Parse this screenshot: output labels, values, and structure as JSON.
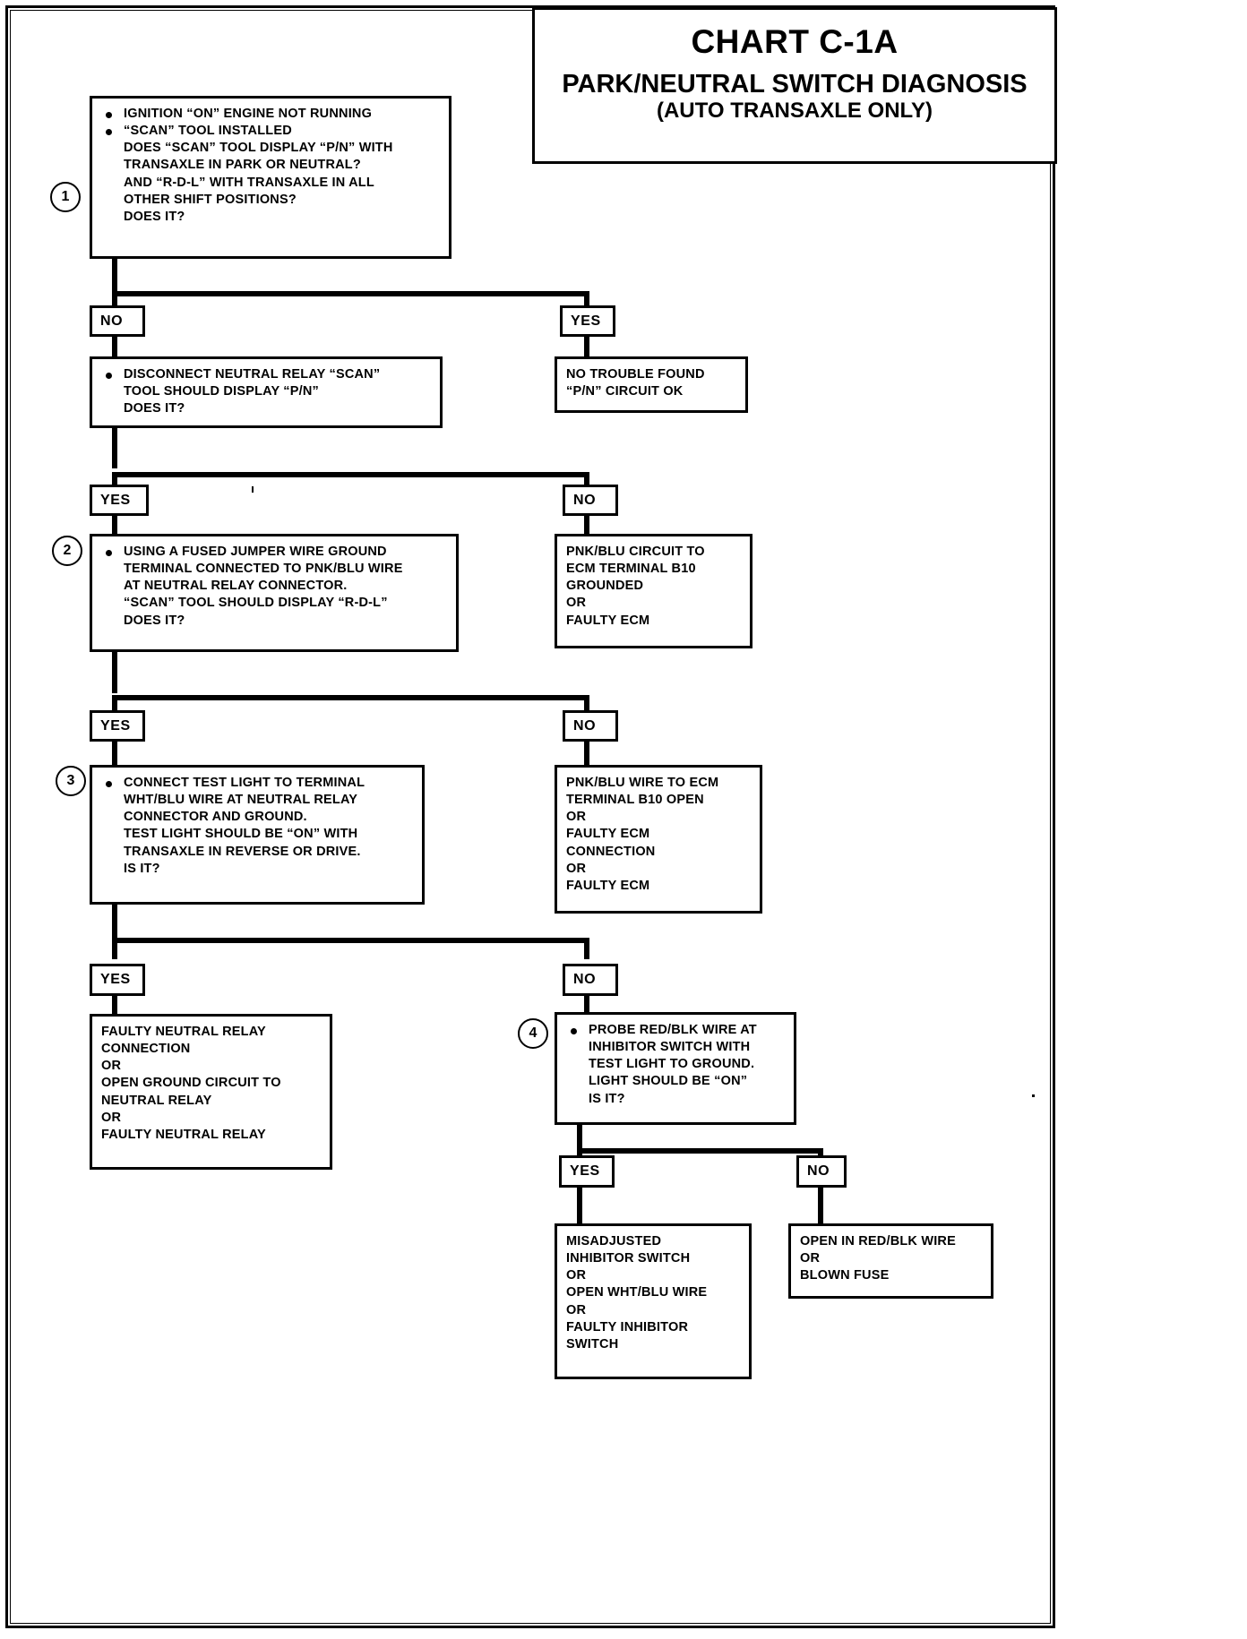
{
  "title": {
    "chart_id": "CHART C-1A",
    "name": "PARK/NEUTRAL SWITCH DIAGNOSIS",
    "qualifier": "(AUTO TRANSAXLE ONLY)"
  },
  "labels": {
    "yes": "YES",
    "no": "NO"
  },
  "steps": {
    "one": "1",
    "two": "2",
    "three": "3",
    "four": "4"
  },
  "step1": {
    "l1": "IGNITION “ON” ENGINE NOT RUNNING",
    "l2": "“SCAN” TOOL INSTALLED",
    "l3": "DOES “SCAN” TOOL DISPLAY “P/N” WITH",
    "l4": "TRANSAXLE IN PARK OR NEUTRAL?",
    "l5": "AND “R-D-L” WITH TRANSAXLE IN ALL",
    "l6": "OTHER SHIFT POSITIONS?",
    "l7": "DOES IT?"
  },
  "step1_yes_result": {
    "l1": "NO TROUBLE FOUND",
    "l2": "“P/N” CIRCUIT OK"
  },
  "step1_no_box": {
    "l1": "DISCONNECT NEUTRAL RELAY “SCAN”",
    "l2": "TOOL SHOULD DISPLAY “P/N”",
    "l3": "DOES IT?"
  },
  "step2": {
    "l1": "USING A FUSED JUMPER WIRE GROUND",
    "l2": "TERMINAL CONNECTED TO PNK/BLU WIRE",
    "l3": "AT NEUTRAL RELAY CONNECTOR.",
    "l4": "“SCAN” TOOL SHOULD DISPLAY “R-D-L”",
    "l5": "DOES IT?"
  },
  "step2_no_result": {
    "l1": "PNK/BLU CIRCUIT TO",
    "l2": "ECM TERMINAL B10",
    "l3": "GROUNDED",
    "l4": "OR",
    "l5": "FAULTY ECM"
  },
  "step3": {
    "l1": "CONNECT TEST LIGHT TO TERMINAL",
    "l2": "WHT/BLU WIRE AT NEUTRAL RELAY",
    "l3": "CONNECTOR AND GROUND.",
    "l4": "TEST LIGHT SHOULD BE “ON” WITH",
    "l5": "TRANSAXLE IN REVERSE OR DRIVE.",
    "l6": "IS IT?"
  },
  "step3_no_result": {
    "l1": "PNK/BLU WIRE TO ECM",
    "l2": "TERMINAL B10 OPEN",
    "l3": "OR",
    "l4": "FAULTY ECM",
    "l5": "CONNECTION",
    "l6": "OR",
    "l7": "FAULTY ECM"
  },
  "step3_yes_result": {
    "l1": "FAULTY NEUTRAL RELAY",
    "l2": "CONNECTION",
    "l3": "OR",
    "l4": "OPEN GROUND CIRCUIT TO",
    "l5": "NEUTRAL RELAY",
    "l6": "OR",
    "l7": "FAULTY NEUTRAL RELAY"
  },
  "step4": {
    "l1": "PROBE RED/BLK WIRE AT",
    "l2": "INHIBITOR SWITCH WITH",
    "l3": "TEST LIGHT TO GROUND.",
    "l4": "LIGHT SHOULD BE “ON”",
    "l5": "IS IT?"
  },
  "step4_yes_result": {
    "l1": "MISADJUSTED",
    "l2": "INHIBITOR SWITCH",
    "l3": "OR",
    "l4": "OPEN WHT/BLU WIRE",
    "l5": "OR",
    "l6": "FAULTY INHIBITOR",
    "l7": "SWITCH"
  },
  "step4_no_result": {
    "l1": "OPEN IN RED/BLK WIRE",
    "l2": "OR",
    "l3": "BLOWN FUSE"
  },
  "colors": {
    "ink": "#000000",
    "paper": "#ffffff"
  }
}
